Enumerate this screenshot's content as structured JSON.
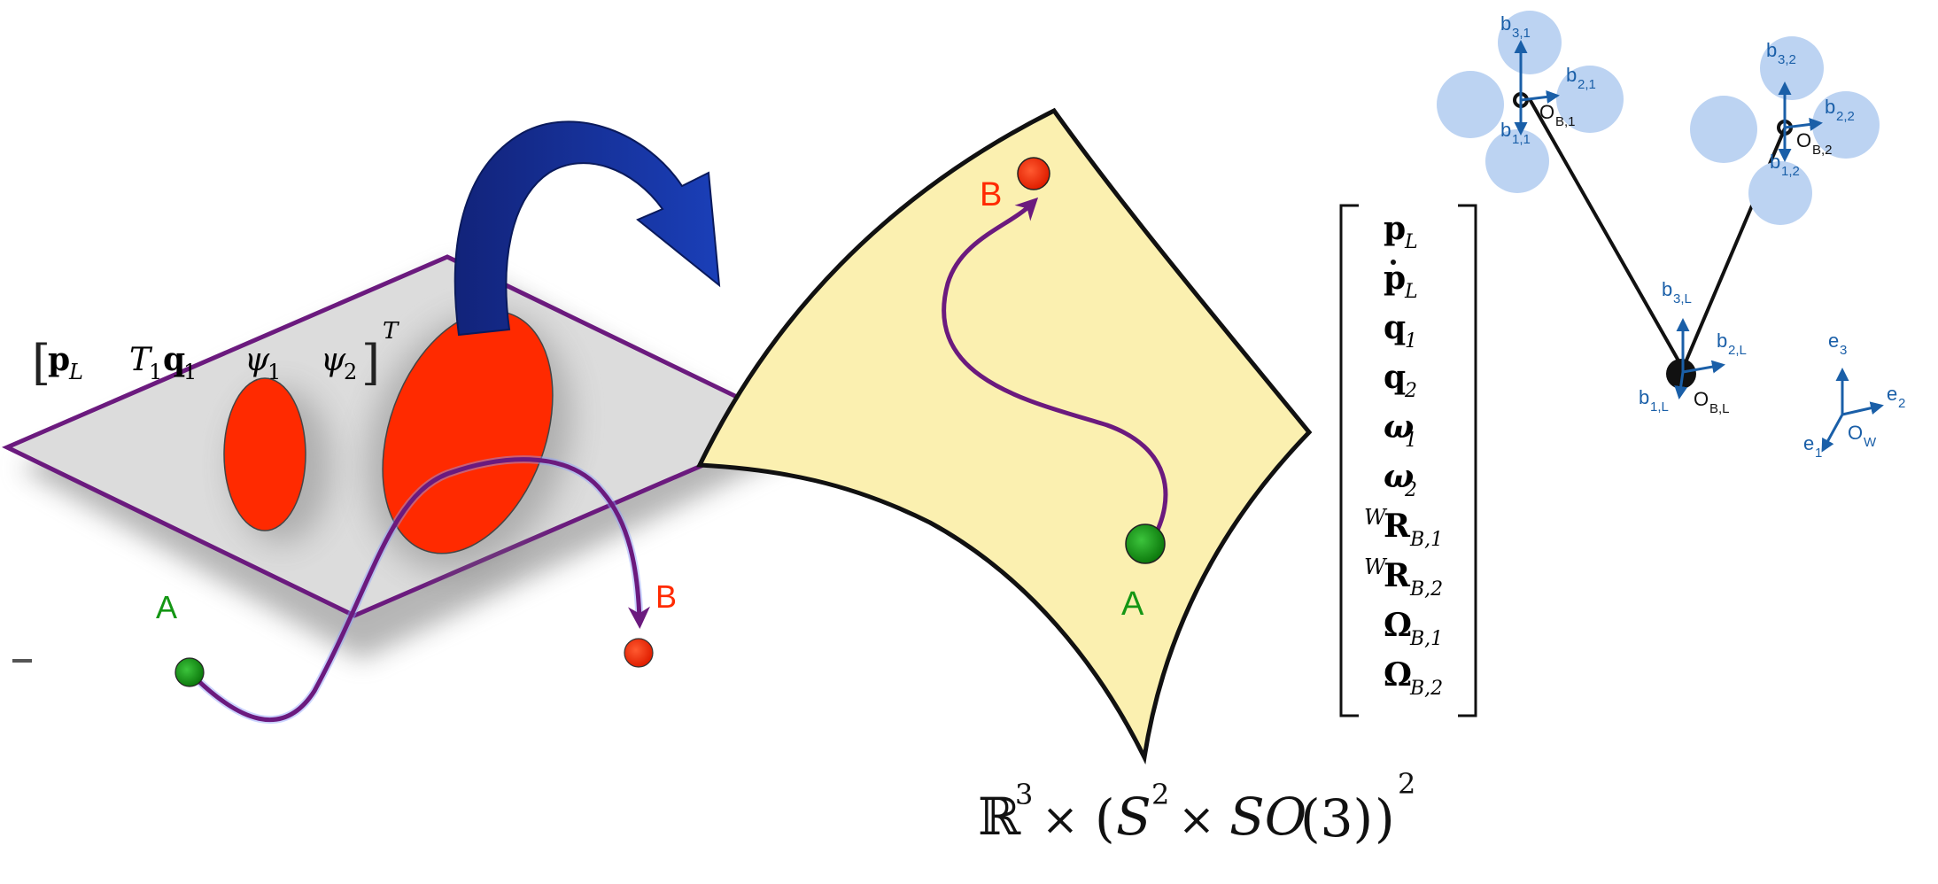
{
  "colors": {
    "obstacle": "#ff2a00",
    "start_point": "#149614",
    "path": "#6b1a7e",
    "plane_fill": "#dcdcdc",
    "plane_border": "#6b1a7e",
    "manifold_fill": "#fbf0b0",
    "arrow_blue": "#0f2a94",
    "frame_axis": "#1a5fa8",
    "rotor": "#bcd3f2",
    "label_A": "#149614",
    "label_B": "#ff2a00"
  },
  "flat_space": {
    "state_vector": {
      "p": "p",
      "p_sub": "L",
      "T": "T",
      "T_sub": "1",
      "q": "q",
      "q_sub": "1",
      "psi": "ψ",
      "psi1_sub": "1",
      "psi2_sub": "2",
      "transpose": "T"
    },
    "label_start": "A",
    "label_goal": "B"
  },
  "manifold": {
    "label_start": "A",
    "label_goal": "B",
    "space_R": "ℝ",
    "space_R_exp": "3",
    "space_times1": "×",
    "space_open": "(",
    "space_S": "S",
    "space_S_exp": "2",
    "space_times2": "×",
    "space_SO": "SO",
    "space_SO_arg": "(3)",
    "space_close": ")",
    "space_exp": "2"
  },
  "state_matrix": [
    {
      "pre": "",
      "base": "p",
      "sub": "L",
      "dot": false
    },
    {
      "pre": "",
      "base": "p",
      "sub": "L",
      "dot": true
    },
    {
      "pre": "",
      "base": "q",
      "sub": "1",
      "dot": false
    },
    {
      "pre": "",
      "base": "q",
      "sub": "2",
      "dot": false
    },
    {
      "pre": "",
      "base": "ω",
      "sub": "1",
      "dot": false
    },
    {
      "pre": "",
      "base": "ω",
      "sub": "2",
      "dot": false
    },
    {
      "pre": "W",
      "base": "R",
      "sub": "B,1",
      "dot": false
    },
    {
      "pre": "W",
      "base": "R",
      "sub": "B,2",
      "dot": false
    },
    {
      "pre": "",
      "base": "Ω",
      "sub": "B,1",
      "dot": false
    },
    {
      "pre": "",
      "base": "Ω",
      "sub": "B,2",
      "dot": false
    }
  ],
  "frames": {
    "quad1": {
      "b3": "b",
      "b3_sub": "3,1",
      "b2": "b",
      "b2_sub": "2,1",
      "b1": "b",
      "b1_sub": "1,1",
      "origin": "O",
      "origin_sub": "B,1"
    },
    "quad2": {
      "b3": "b",
      "b3_sub": "3,2",
      "b2": "b",
      "b2_sub": "2,2",
      "b1": "b",
      "b1_sub": "1,2",
      "origin": "O",
      "origin_sub": "B,2"
    },
    "load": {
      "b3": "b",
      "b3_sub": "3,L",
      "b2": "b",
      "b2_sub": "2,L",
      "b1": "b",
      "b1_sub": "1,L",
      "origin": "O",
      "origin_sub": "B,L"
    },
    "world": {
      "e3": "e",
      "e3_sub": "3",
      "e2": "e",
      "e2_sub": "2",
      "e1": "e",
      "e1_sub": "1",
      "origin": "O",
      "origin_sub": "W"
    }
  }
}
